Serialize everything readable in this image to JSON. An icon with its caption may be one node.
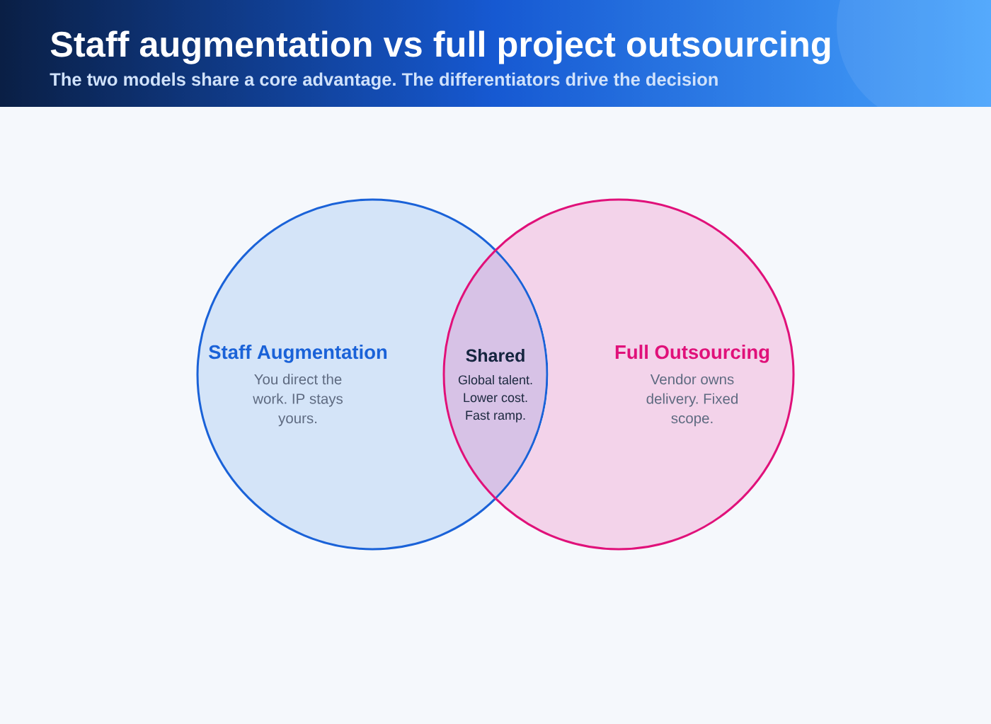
{
  "diagram": {
    "title": "Staff augmentation vs full project outsourcing",
    "nodes": [
      {
        "text": [
          "Staff Augmentation",
          "You direct the work. IP stays yours."
        ]
      },
      {
        "text": [
          "Shared",
          "Global talent. Lower cost. Fast ramp."
        ]
      },
      {
        "text": [
          "Full Outsourcing",
          "Vendor owns delivery. Fixed scope."
        ]
      }
    ],
    "labels": [
      "The two models share a core advantage. The differentiators drive the decision"
    ]
  }
}
